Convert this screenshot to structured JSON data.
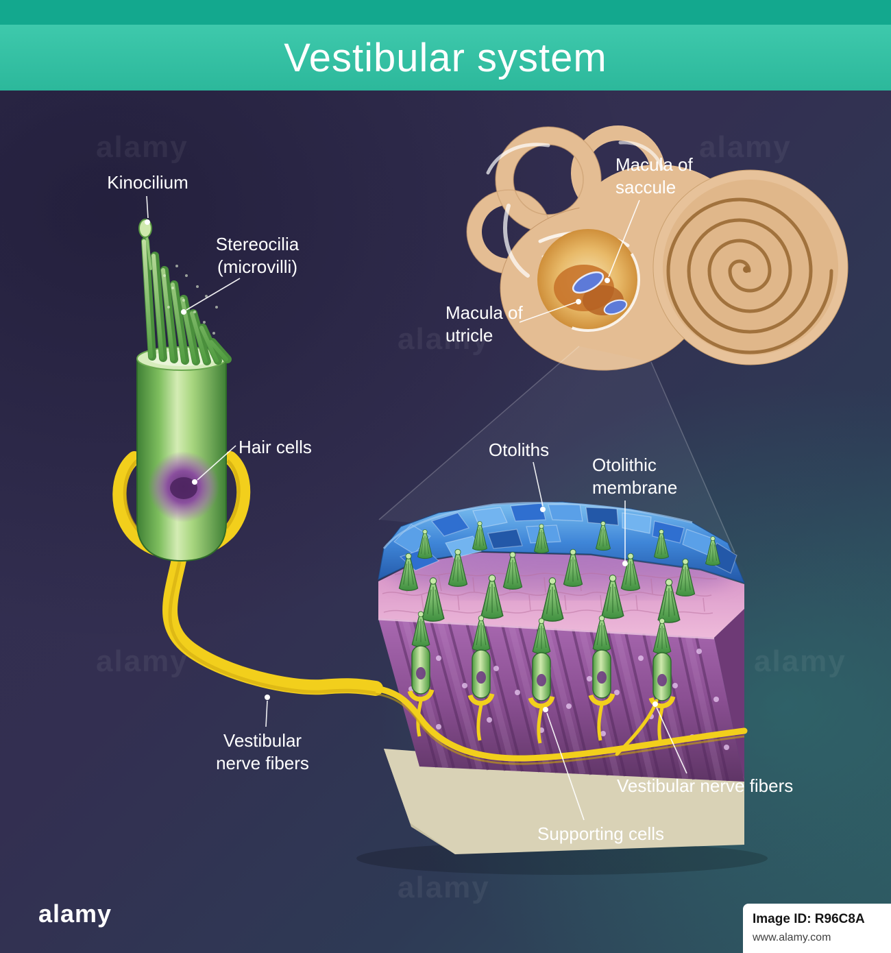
{
  "header": {
    "title": "Vestibular system"
  },
  "labels": {
    "kinocilium": "Kinocilium",
    "stereocilia_line1": "Stereocilia",
    "stereocilia_line2": "(microvilli)",
    "hair_cells": "Hair cells",
    "nerve_left_line1": "Vestibular",
    "nerve_left_line2": "nerve fibers",
    "macula_saccule_line1": "Macula of",
    "macula_saccule_line2": "saccule",
    "macula_utricle_line1": "Macula of",
    "macula_utricle_line2": "utricle",
    "otoliths": "Otoliths",
    "otolithic_line1": "Otolithic",
    "otolithic_line2": "membrane",
    "nerve_right": "Vestibular nerve fibers",
    "supporting_cells": "Supporting cells"
  },
  "watermark": {
    "brand": "alamy",
    "image_id": "Image ID: R96C8A",
    "url": "www.alamy.com"
  },
  "colors": {
    "header_teal": "#35c2a6",
    "header_strip": "#13a88e",
    "background_dark": "#322f4e",
    "background_glow": "#2f7670",
    "nerve_yellow": "#f2cf1c",
    "cell_green": "#4f9c3f",
    "nucleus_purple": "#7c4390",
    "otolith_blue": "#3f86d8",
    "membrane_pink": "#e2a3cb",
    "supporting_purple": "#8a4f92",
    "cochlea_beige": "#e4bd93",
    "base_beige": "#d9d2b6"
  }
}
